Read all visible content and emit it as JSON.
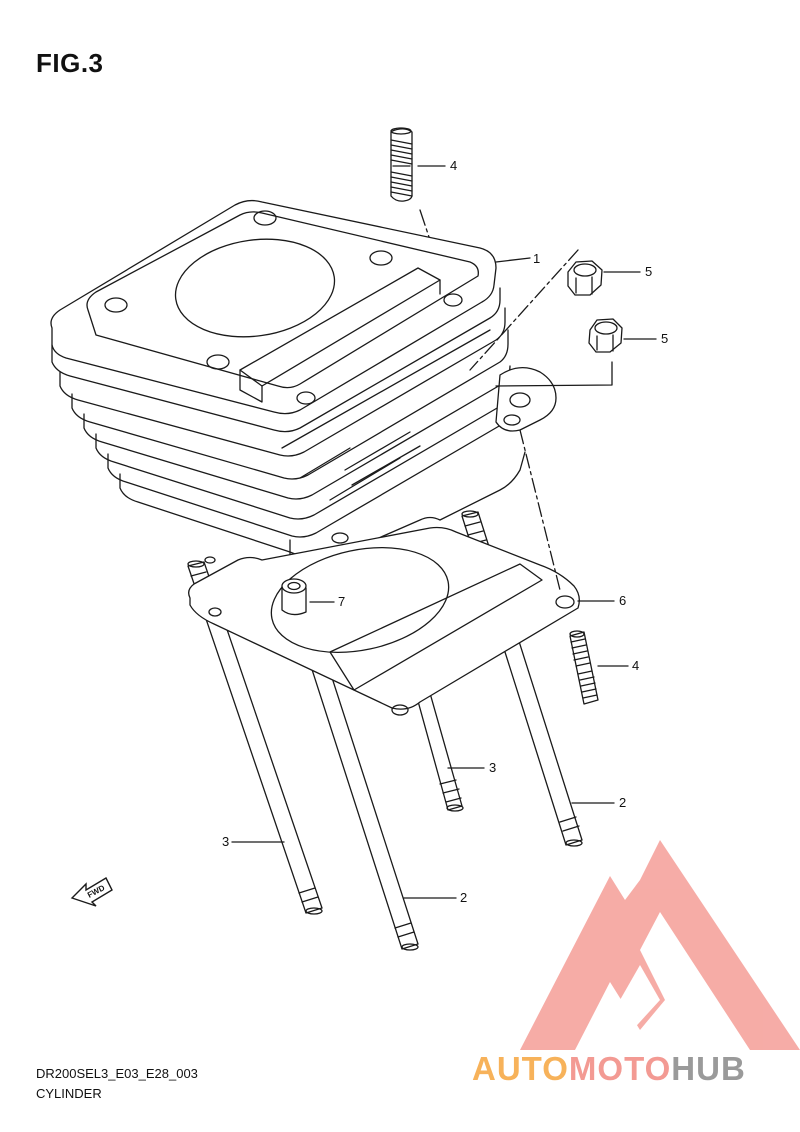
{
  "figure": {
    "title": "FIG.3"
  },
  "callouts": {
    "stud_top": "4",
    "cylinder": "1",
    "nut_upper": "5",
    "nut_lower": "5",
    "gasket": "6",
    "dowel_pin": "7",
    "stud_right": "4",
    "bolt_center": "3",
    "bolt_right": "2",
    "bolt_left": "3",
    "bolt_bottom": "2"
  },
  "fwd_badge": "FWD",
  "footer": {
    "code": "DR200SEL3_E03_E28_003",
    "name": "CYLINDER"
  },
  "watermark": {
    "part1": "AUTO",
    "part2": "MOTO",
    "part3": "HUB",
    "colors": {
      "accent": "#f39a93",
      "orange": "#f7b25a",
      "gray": "#9a9a9a"
    }
  }
}
